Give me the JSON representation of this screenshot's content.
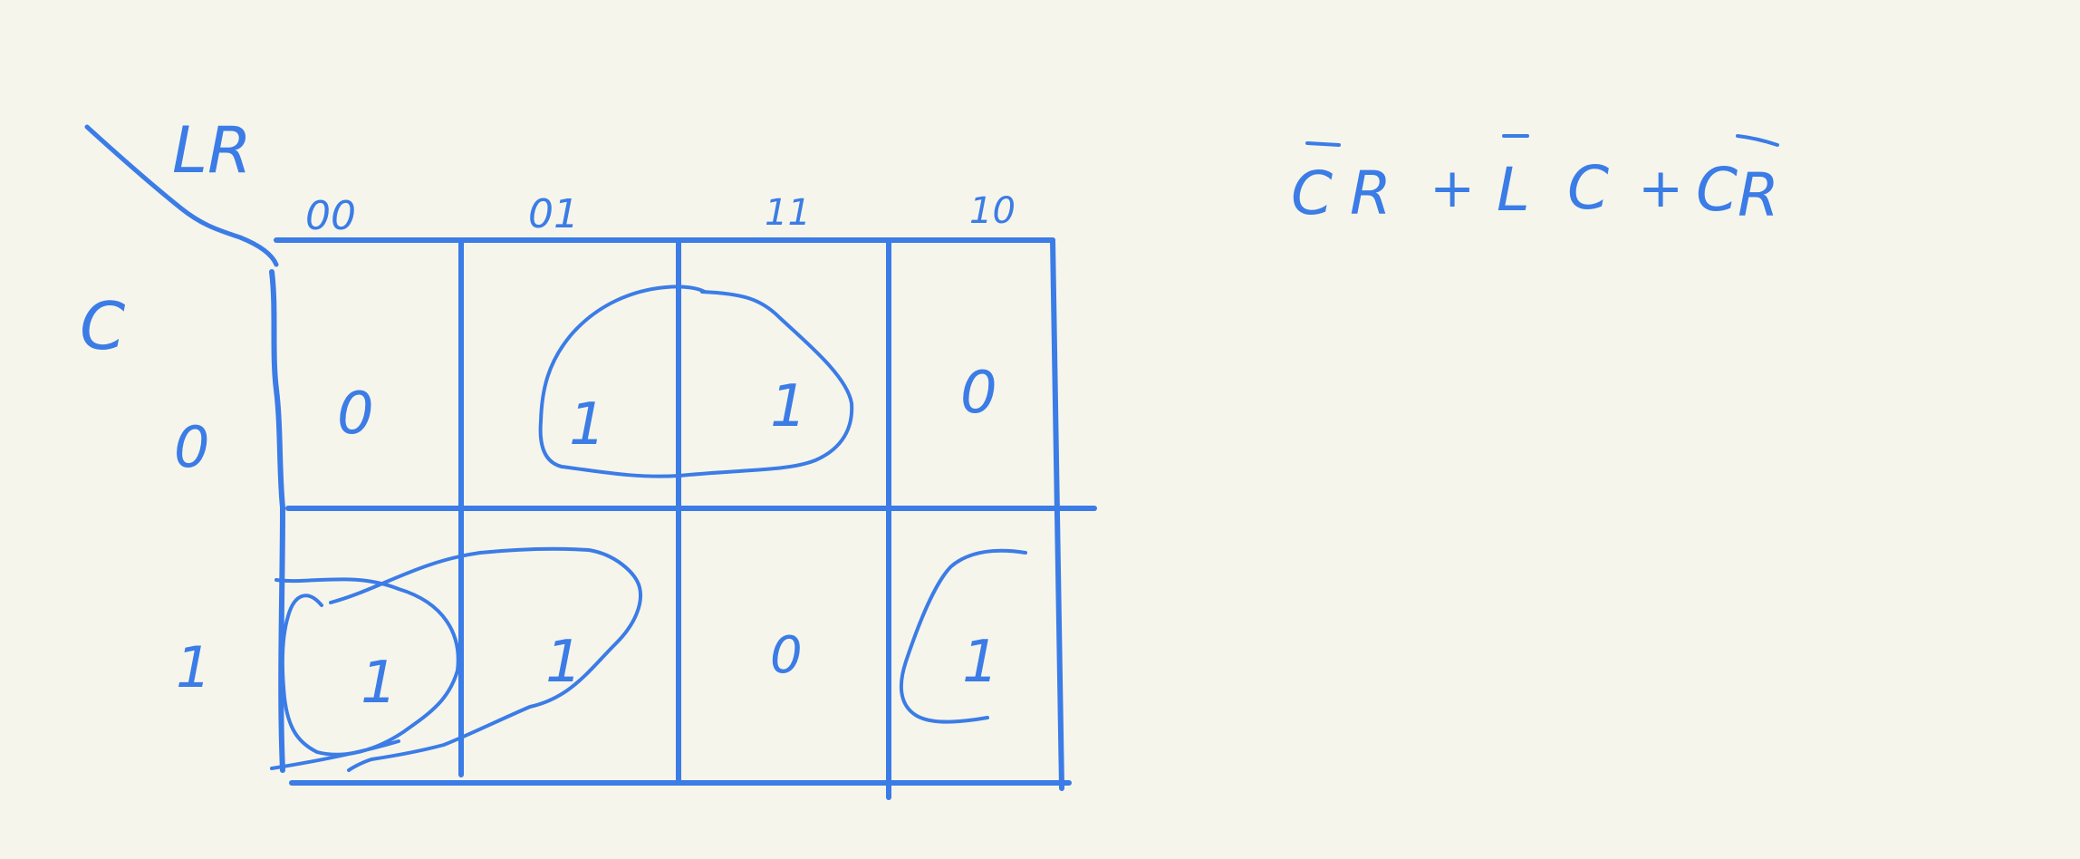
{
  "colors": {
    "background": "#f6f5ec",
    "ink": "#3b7ce6"
  },
  "kmap": {
    "variables": {
      "row_var": "C",
      "col_vars": "LR"
    },
    "column_headers": [
      "00",
      "01",
      "11",
      "10"
    ],
    "row_headers": [
      "0",
      "1"
    ],
    "cells": [
      [
        "0",
        "1",
        "1",
        "0"
      ],
      [
        "1",
        "1",
        "0",
        "1"
      ]
    ],
    "groups": [
      {
        "name": "group-row0-01-11",
        "covers": "row0: 01,11"
      },
      {
        "name": "group-row1-00-01",
        "covers": "row1: 00,01"
      },
      {
        "name": "group-row1-10",
        "covers": "row1: 10"
      }
    ]
  },
  "expression": {
    "terms": [
      {
        "var1": "C",
        "var1_bar": true,
        "var2": "R",
        "var2_bar": false
      },
      {
        "var1": "L",
        "var1_bar": true,
        "var2": "C",
        "var2_bar": false
      },
      {
        "var1": "C",
        "var1_bar": false,
        "var2": "R",
        "var2_bar": true
      }
    ],
    "operator": "+"
  }
}
